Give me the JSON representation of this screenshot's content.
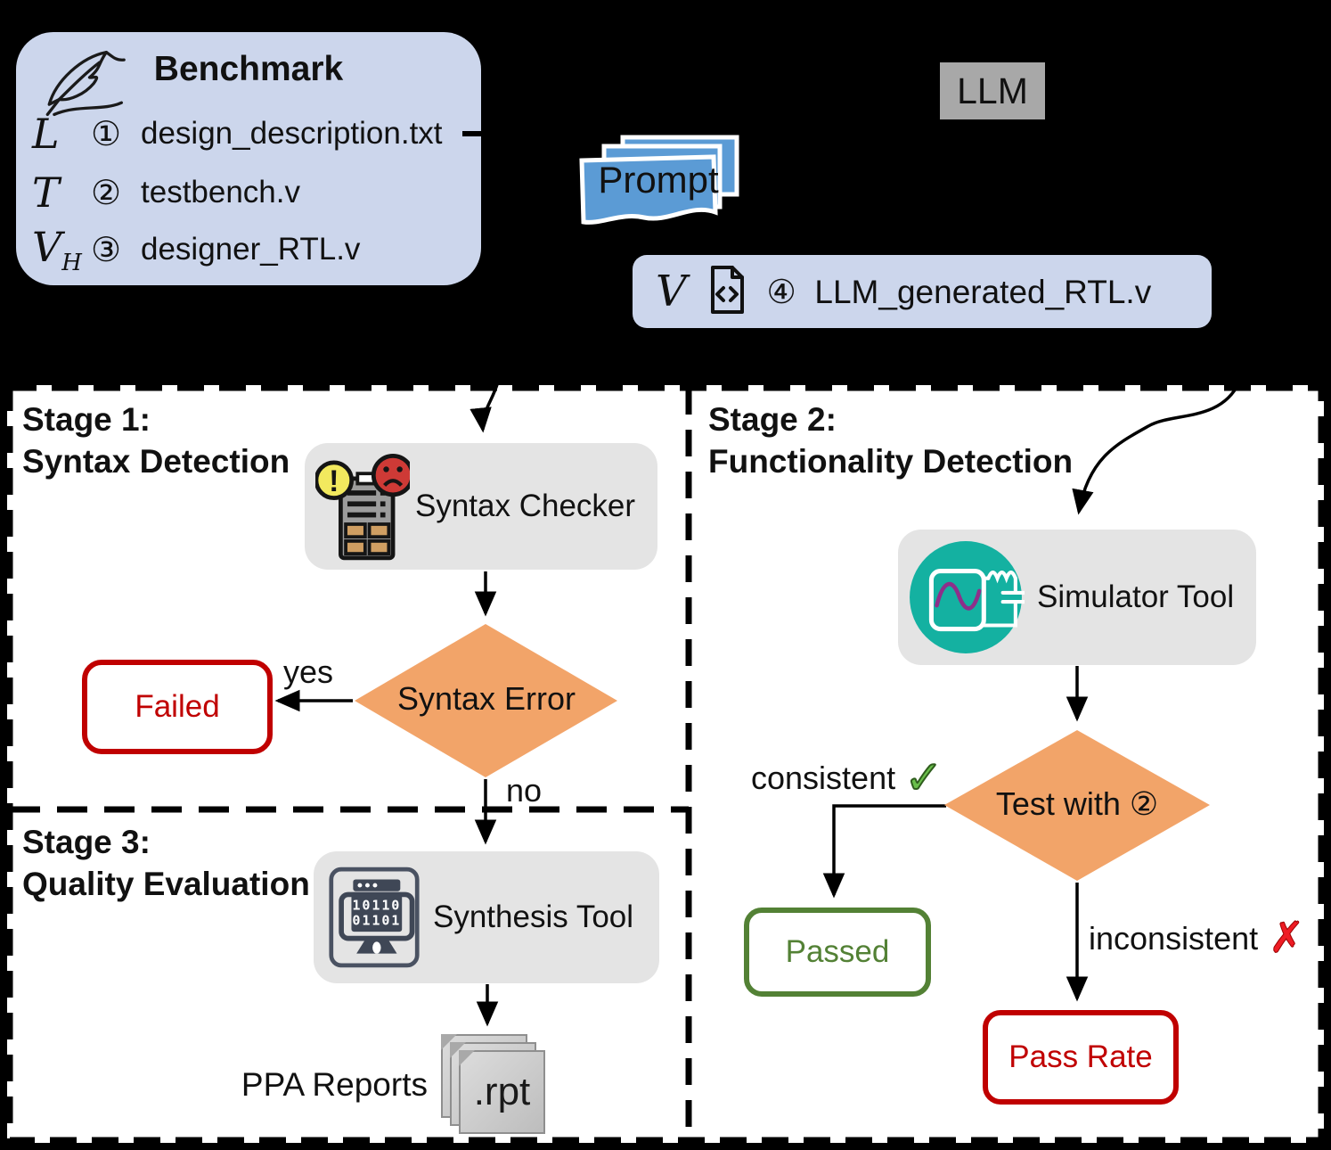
{
  "top": {
    "benchmark": {
      "title": "Benchmark",
      "items": [
        {
          "symbol": "L",
          "sub": "",
          "num": "①",
          "file": "design_description.txt"
        },
        {
          "symbol": "T",
          "sub": "",
          "num": "②",
          "file": "testbench.v"
        },
        {
          "symbol": "V",
          "sub": "H",
          "num": "③",
          "file": "designer_RTL.v"
        }
      ]
    },
    "llm_label": "LLM",
    "prompt_label": "Prompt",
    "generated": {
      "symbol": "V",
      "num": "④",
      "file": "LLM_generated_RTL.v"
    }
  },
  "stages": {
    "stage1": {
      "line1": "Stage 1:",
      "line2": "Syntax Detection"
    },
    "stage2": {
      "line1": "Stage 2:",
      "line2": "Functionality Detection"
    },
    "stage3": {
      "line1": "Stage 3:",
      "line2": "Quality Evaluation"
    }
  },
  "nodes": {
    "syntax_checker": "Syntax Checker",
    "simulator": "Simulator Tool",
    "synthesis": "Synthesis Tool"
  },
  "decisions": {
    "syntax_error": "Syntax Error",
    "test_with": "Test with ②"
  },
  "results": {
    "failed": "Failed",
    "passed": "Passed",
    "pass_rate": "Pass Rate"
  },
  "edge_labels": {
    "yes": "yes",
    "no": "no",
    "consistent": "consistent",
    "inconsistent": "inconsistent",
    "consistent_mark": "✓",
    "inconsistent_mark": "✗"
  },
  "outputs": {
    "ppa_label": "PPA Reports",
    "rpt_label": ".rpt"
  },
  "icons": {
    "quill": "quill-pen-icon",
    "code_file": "code-file-icon",
    "syntax_checker": "lint-error-icon",
    "simulator": "waveform-plug-icon",
    "synthesis": "monitor-binary-icon",
    "reports": "stacked-documents-icon",
    "binary_row1": "10110",
    "binary_row2": "01101"
  },
  "colors": {
    "box_blue": "#ccd6ec",
    "prompt_blue": "#5b9bd5",
    "llm_gray": "#a8a8a8",
    "node_gray": "#e4e4e4",
    "diamond_orange": "#f2a469",
    "fail_red": "#c00000",
    "pass_green": "#538135",
    "icon_teal": "#14b1a1",
    "check_green": "#6abf4b",
    "cross_red": "#ee1c24"
  }
}
